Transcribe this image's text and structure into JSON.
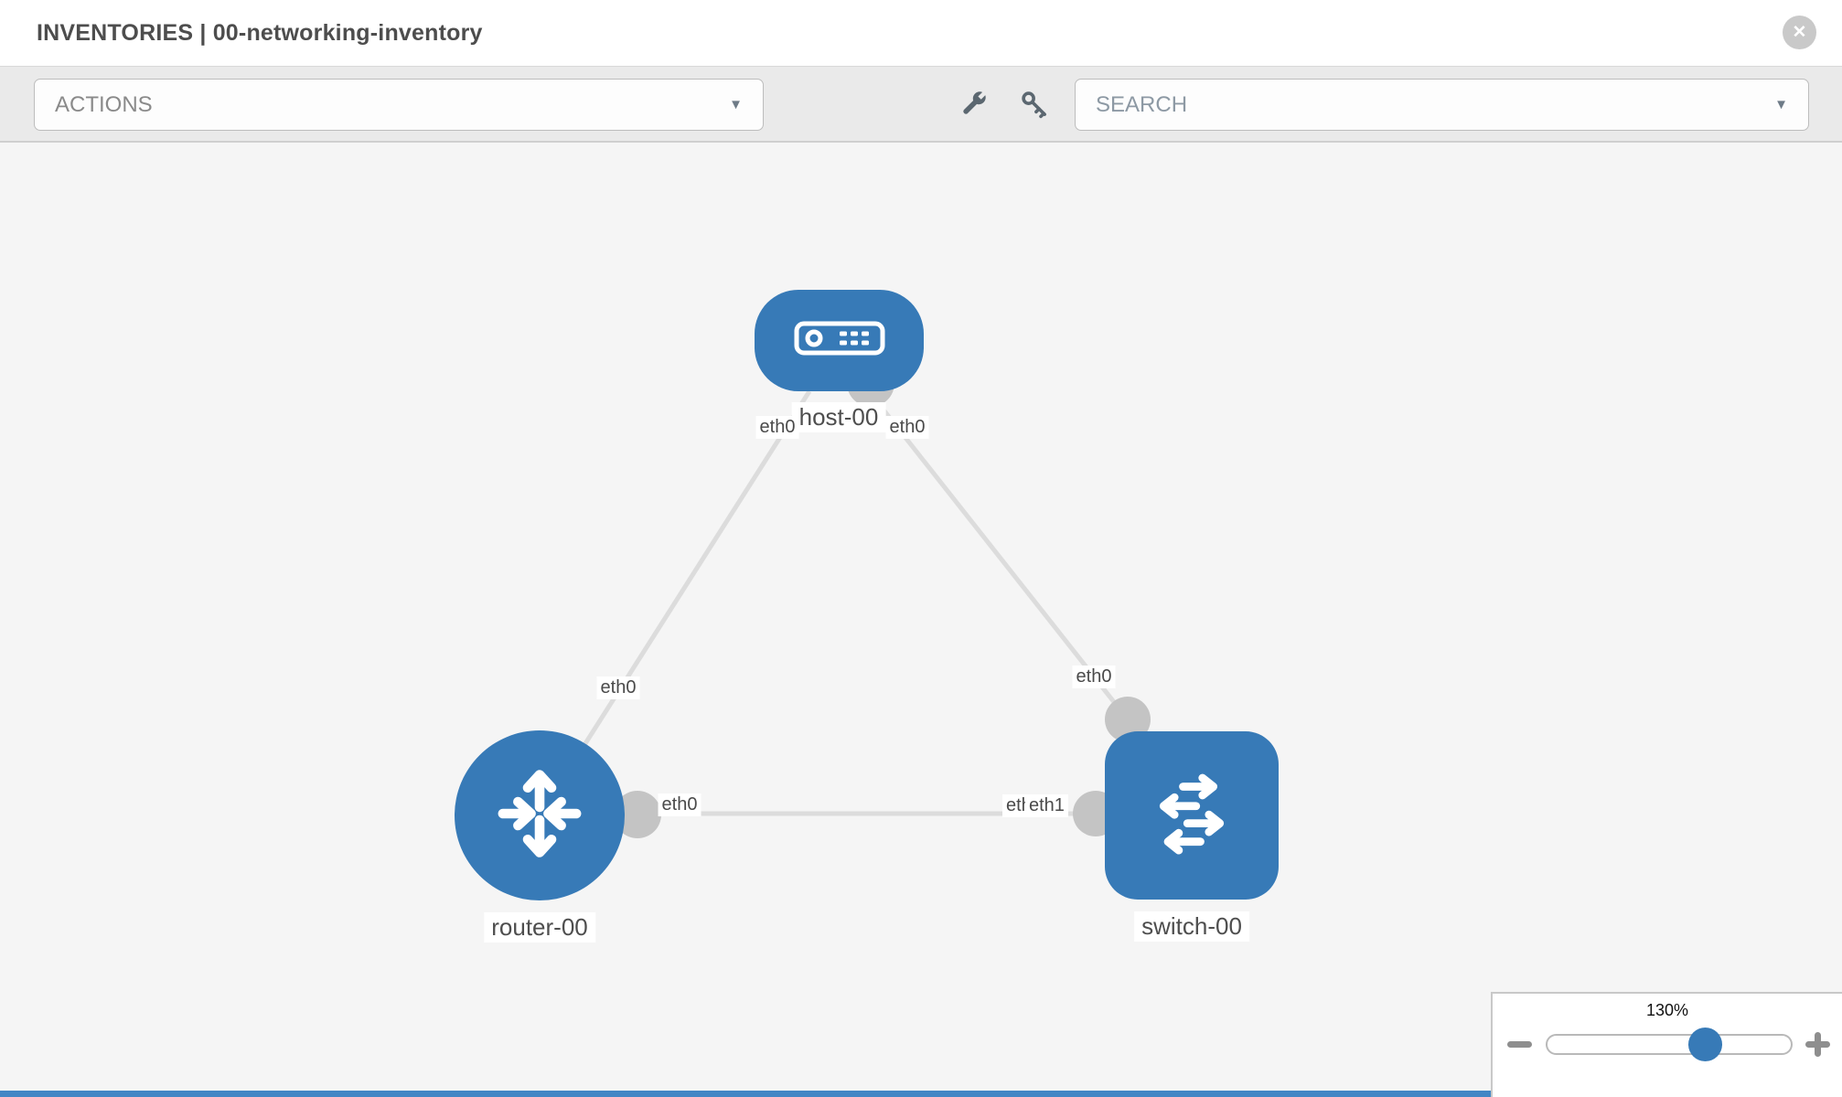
{
  "header": {
    "title": "INVENTORIES | 00-networking-inventory"
  },
  "toolbar": {
    "actions_label": "ACTIONS",
    "search_placeholder": "SEARCH"
  },
  "icons": {
    "close_glyph": "✕",
    "dropdown_arrow_glyph": "▼",
    "wrench": "wrench-icon",
    "key": "key-icon",
    "minus": "minus-icon",
    "plus": "plus-icon"
  },
  "canvas": {
    "nodes": [
      {
        "id": "host-00",
        "type": "host",
        "label": "host-00"
      },
      {
        "id": "router-00",
        "type": "router",
        "label": "router-00"
      },
      {
        "id": "switch-00",
        "type": "switch",
        "label": "switch-00"
      }
    ],
    "edges": [
      {
        "from": "host-00",
        "from_interface": "eth0",
        "to": "router-00",
        "to_interface": "eth0"
      },
      {
        "from": "host-00",
        "from_interface": "eth0",
        "to": "switch-00",
        "to_interface": "eth0"
      },
      {
        "from": "router-00",
        "from_interface": "eth0",
        "to": "switch-00",
        "to_interface": "eth1"
      }
    ],
    "interface_labels": {
      "e1_host_end": "eth0",
      "e1_router_end": "eth0",
      "e2_host_end": "eth0",
      "e2_switch_end": "eth0",
      "e3_router_end": "eth0",
      "e3_switch_end_back": "eth0",
      "e3_switch_end_front": "eth1"
    }
  },
  "zoom_control": {
    "value": "130%",
    "percent": 130
  },
  "colors": {
    "node_blue": "#377ab7",
    "link_gray": "#dcdcdc",
    "connector_gray": "#c4c4c4",
    "toolbar_bg": "#eaeaea",
    "canvas_bg": "#f5f5f5",
    "footer_blue": "#4286c5"
  }
}
